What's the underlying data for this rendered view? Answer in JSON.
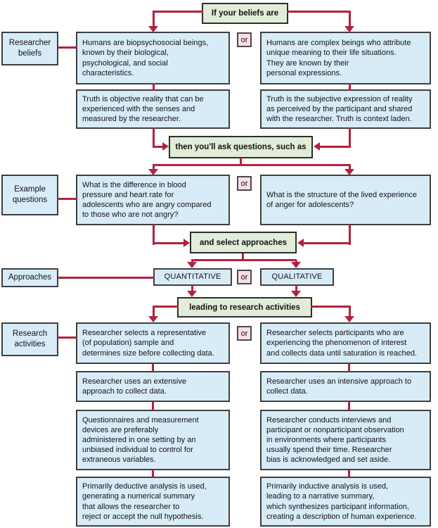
{
  "palette": {
    "box_fill_blue": "#d8ecf8",
    "stage_fill_green": "#e2edd9",
    "or_fill_pink": "#f9dee4",
    "connector_red": "#b22240",
    "border_dark": "#3f3f3f"
  },
  "or_label": "or",
  "side_labels": {
    "researcher_beliefs": "Researcher\nbeliefs",
    "example_questions": "Example\nquestions",
    "approaches": "Approaches",
    "research_activities": "Research\nactivities"
  },
  "stage_headers": {
    "beliefs": "If your beliefs are",
    "questions": "then you'll ask questions, such as",
    "select": "and select approaches",
    "activities": "leading to research activities"
  },
  "approach_boxes": {
    "quantitative": "QUANTITATIVE",
    "qualitative": "QUALITATIVE"
  },
  "quantitative_path": {
    "belief": "Humans are biopsychosocial beings,\nknown by their biological,\npsychological, and social\ncharacteristics.",
    "truth": "Truth is objective reality that can be\nexperienced with the senses and\nmeasured by the researcher.",
    "question": "What is the difference in blood\npressure and heart rate for\nadolescents who are angry compared\nto those who are not angry?",
    "sampling": "Researcher selects a representative\n(of population) sample and\ndetermines size before collecting data.",
    "approach": "Researcher uses an extensive\napproach to collect data.",
    "setting": "Questionnaires and measurement\ndevices are preferably\nadministered in one setting by an\nunbiased individual to control for\nextraneous variables.",
    "analysis": "Primarily deductive analysis is used,\ngenerating a numerical summary\nthat allows the researcher to\nreject or accept the null hypothesis."
  },
  "qualitative_path": {
    "belief": "Humans are complex beings who attribute\nunique meaning to their life situations.\nThey are known by their\npersonal expressions.",
    "truth": "Truth is the subjective expression of reality\nas perceived by the participant and shared\nwith the researcher. Truth is context laden.",
    "question": "What is the structure of the lived experience\nof anger for adolescents?",
    "sampling": "Researcher selects participants who are\nexperiencing the phenomenon of interest\nand collects data until saturation is reached.",
    "approach": "Researcher uses an intensive approach to\ncollect data.",
    "setting": "Researcher conducts interviews and\nparticipant or nonparticipant observation\nin environments where participants\nusually spend their time. Researcher\nbias is acknowledged and set aside.",
    "analysis": "Primarily inductive analysis is used,\nleading to a narrative summary,\nwhich synthesizes participant information,\ncreating a description of human experience."
  }
}
